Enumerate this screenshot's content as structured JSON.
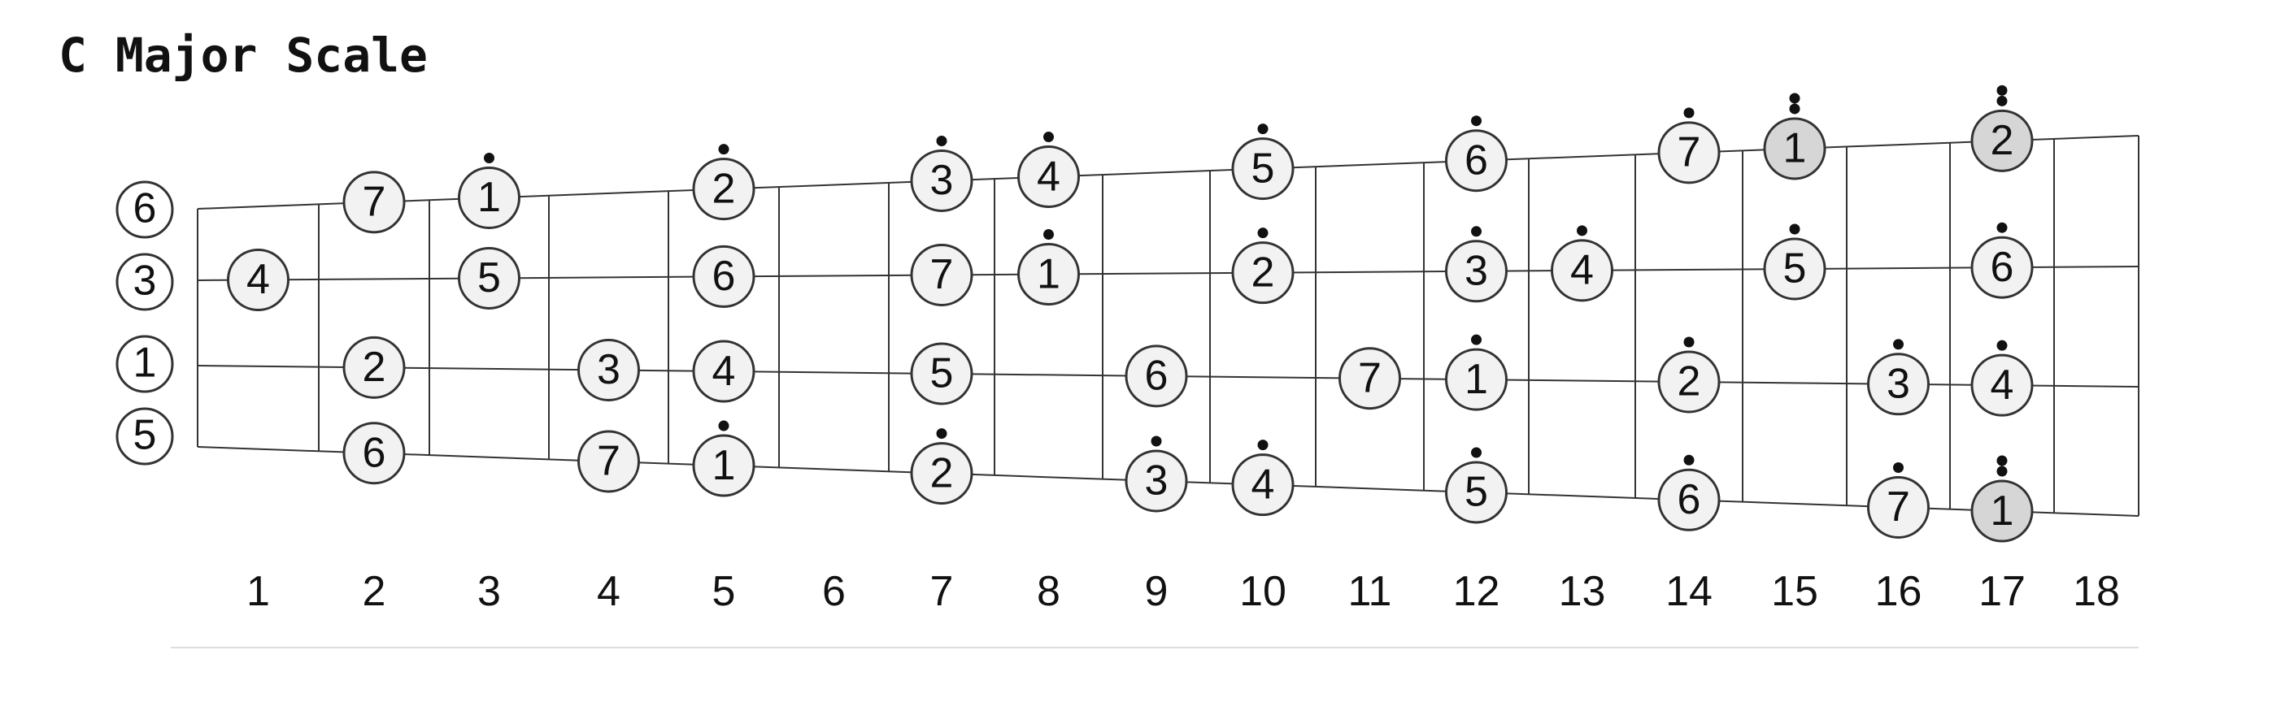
{
  "title": "C Major Scale",
  "open_strings": [
    "6",
    "3",
    "1",
    "5"
  ],
  "fret_numbers": [
    "1",
    "2",
    "3",
    "4",
    "5",
    "6",
    "7",
    "8",
    "9",
    "10",
    "11",
    "12",
    "13",
    "14",
    "15",
    "16",
    "17",
    "18"
  ],
  "colors": {
    "note_fill": "#f2f2f2",
    "root_highlight_fill": "#d6d6d6",
    "line": "#333333",
    "text": "#111111"
  },
  "notes": [
    {
      "string": 1,
      "fret": 2,
      "label": "7",
      "dots": 0
    },
    {
      "string": 1,
      "fret": 3,
      "label": "1",
      "dots": 1
    },
    {
      "string": 1,
      "fret": 5,
      "label": "2",
      "dots": 1
    },
    {
      "string": 1,
      "fret": 7,
      "label": "3",
      "dots": 1
    },
    {
      "string": 1,
      "fret": 8,
      "label": "4",
      "dots": 1
    },
    {
      "string": 1,
      "fret": 10,
      "label": "5",
      "dots": 1
    },
    {
      "string": 1,
      "fret": 12,
      "label": "6",
      "dots": 1
    },
    {
      "string": 1,
      "fret": 14,
      "label": "7",
      "dots": 1
    },
    {
      "string": 1,
      "fret": 15,
      "label": "1",
      "dots": 2,
      "highlight": true
    },
    {
      "string": 1,
      "fret": 17,
      "label": "2",
      "dots": 2,
      "highlight": true
    },
    {
      "string": 2,
      "fret": 1,
      "label": "4",
      "dots": 0
    },
    {
      "string": 2,
      "fret": 3,
      "label": "5",
      "dots": 0
    },
    {
      "string": 2,
      "fret": 5,
      "label": "6",
      "dots": 0
    },
    {
      "string": 2,
      "fret": 7,
      "label": "7",
      "dots": 0
    },
    {
      "string": 2,
      "fret": 8,
      "label": "1",
      "dots": 1
    },
    {
      "string": 2,
      "fret": 10,
      "label": "2",
      "dots": 1
    },
    {
      "string": 2,
      "fret": 12,
      "label": "3",
      "dots": 1
    },
    {
      "string": 2,
      "fret": 13,
      "label": "4",
      "dots": 1
    },
    {
      "string": 2,
      "fret": 15,
      "label": "5",
      "dots": 1
    },
    {
      "string": 2,
      "fret": 17,
      "label": "6",
      "dots": 1
    },
    {
      "string": 3,
      "fret": 2,
      "label": "2",
      "dots": 0
    },
    {
      "string": 3,
      "fret": 4,
      "label": "3",
      "dots": 0
    },
    {
      "string": 3,
      "fret": 5,
      "label": "4",
      "dots": 0
    },
    {
      "string": 3,
      "fret": 7,
      "label": "5",
      "dots": 0
    },
    {
      "string": 3,
      "fret": 9,
      "label": "6",
      "dots": 0
    },
    {
      "string": 3,
      "fret": 11,
      "label": "7",
      "dots": 0
    },
    {
      "string": 3,
      "fret": 12,
      "label": "1",
      "dots": 1
    },
    {
      "string": 3,
      "fret": 14,
      "label": "2",
      "dots": 1
    },
    {
      "string": 3,
      "fret": 16,
      "label": "3",
      "dots": 1
    },
    {
      "string": 3,
      "fret": 17,
      "label": "4",
      "dots": 1
    },
    {
      "string": 4,
      "fret": 2,
      "label": "6",
      "dots": 0
    },
    {
      "string": 4,
      "fret": 4,
      "label": "7",
      "dots": 0
    },
    {
      "string": 4,
      "fret": 5,
      "label": "1",
      "dots": 1
    },
    {
      "string": 4,
      "fret": 7,
      "label": "2",
      "dots": 1
    },
    {
      "string": 4,
      "fret": 9,
      "label": "3",
      "dots": 1
    },
    {
      "string": 4,
      "fret": 10,
      "label": "4",
      "dots": 1
    },
    {
      "string": 4,
      "fret": 12,
      "label": "5",
      "dots": 1
    },
    {
      "string": 4,
      "fret": 14,
      "label": "6",
      "dots": 1
    },
    {
      "string": 4,
      "fret": 16,
      "label": "7",
      "dots": 1
    },
    {
      "string": 4,
      "fret": 17,
      "label": "1",
      "dots": 2,
      "highlight": true
    }
  ]
}
